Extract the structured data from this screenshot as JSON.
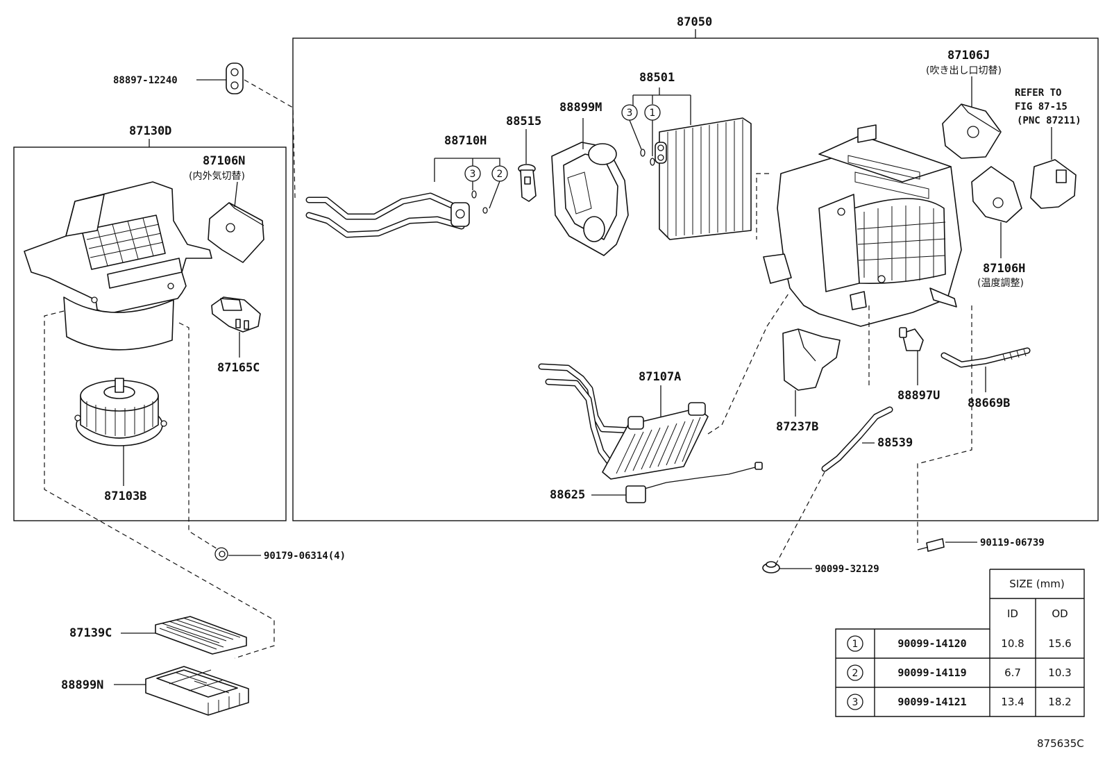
{
  "labels": {
    "assembly": "87050",
    "part_88897_12240": "88897-12240",
    "blower_assy": "87130D",
    "servo_87106N": "87106N",
    "servo_87106N_jp": "(内外気切替)",
    "resistor": "87165C",
    "blower_motor": "87103B",
    "nut": "90179-06314(4)",
    "filter_87139C": "87139C",
    "filter_88899N": "88899N",
    "tube_88710H": "88710H",
    "valve_88515": "88515",
    "cover_88899M": "88899M",
    "evaporator": "88501",
    "servo_87106J": "87106J",
    "servo_87106J_jp": "(吹き出し口切替)",
    "ref_line1": "REFER TO",
    "ref_line2": "FIG 87-15",
    "ref_line3": "(PNC 87211)",
    "servo_87106H": "87106H",
    "servo_87106H_jp": "(温度調整)",
    "heater_core": "87107A",
    "duct_87237B": "87237B",
    "sensor_88897U": "88897U",
    "hose_88669B": "88669B",
    "hose_88539": "88539",
    "thermistor": "88625",
    "screw": "90119-06739",
    "grommet": "90099-32129",
    "figure_id": "875635C"
  },
  "callouts": {
    "c1": "1",
    "c2": "2",
    "c3": "3"
  },
  "oring_table": {
    "header_size": "SIZE (mm)",
    "header_id": "ID",
    "header_od": "OD",
    "rows": [
      {
        "key": "1",
        "part_no": "90099-14120",
        "id": "10.8",
        "od": "15.6"
      },
      {
        "key": "2",
        "part_no": "90099-14119",
        "id": "6.7",
        "od": "10.3"
      },
      {
        "key": "3",
        "part_no": "90099-14121",
        "id": "13.4",
        "od": "18.2"
      }
    ]
  }
}
